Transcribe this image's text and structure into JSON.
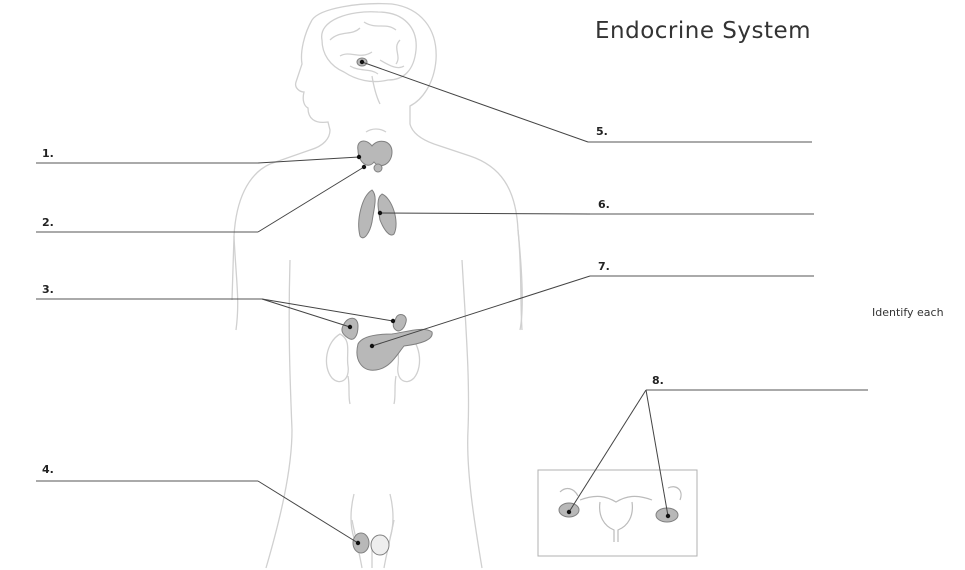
{
  "title": "Endocrine System",
  "instruction": "Identify each",
  "labels": [
    "1.",
    "2.",
    "3.",
    "4.",
    "5.",
    "6.",
    "7.",
    "8."
  ],
  "colors": {
    "outline": "#d0d0d0",
    "organ_fill": "#b8b8b8",
    "organ_stroke": "#808080",
    "leader_line": "#444444",
    "answer_line": "#555555"
  }
}
